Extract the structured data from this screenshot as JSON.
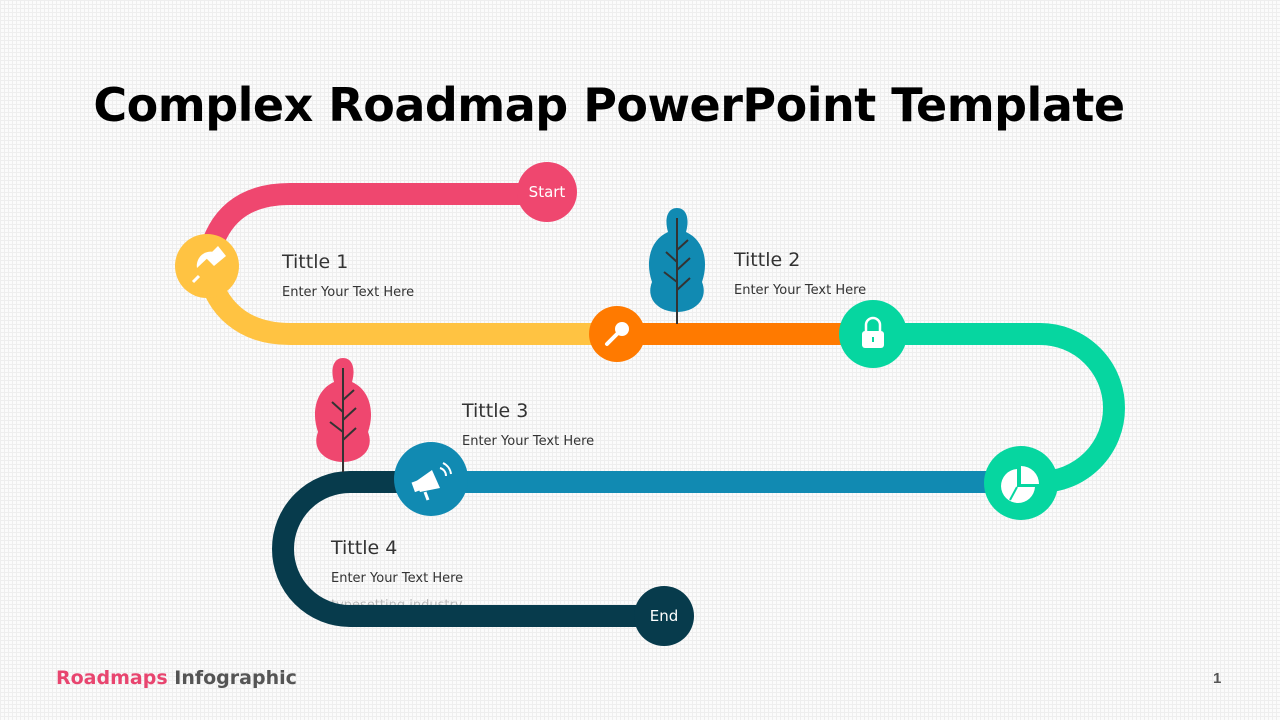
{
  "title": "Complex Roadmap PowerPoint Template",
  "start_label": "Start",
  "end_label": "End",
  "milestones": [
    {
      "title": "Tittle 1",
      "text": "Enter Your Text Here",
      "icon": "pushpin-icon"
    },
    {
      "title": "Tittle 2",
      "text": "Enter Your Text Here",
      "icon": "lock-icon"
    },
    {
      "title": "Tittle 3",
      "text": "Enter Your Text Here",
      "icon": "megaphone-icon"
    },
    {
      "title": "Tittle 4",
      "text": "Enter Your Text Here",
      "icon": "pie-chart-icon"
    }
  ],
  "hidden_text": "typesetting industry.",
  "footer": {
    "brand_accent": "Roadmaps",
    "brand_rest": "Infographic",
    "page_number": "1"
  },
  "colors": {
    "pink": "#EF476F",
    "yellow": "#FFC342",
    "orange": "#FF7A00",
    "green": "#06D6A0",
    "blue": "#118AB2",
    "dark": "#073B4C"
  }
}
